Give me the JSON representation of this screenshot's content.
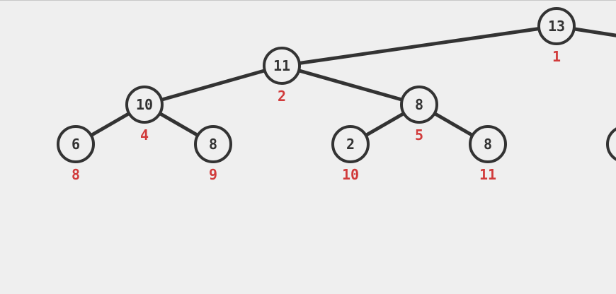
{
  "colors": {
    "background": "#efefef",
    "node_stroke": "#333333",
    "index_text": "#d13b3b"
  },
  "tree": {
    "nodes": [
      {
        "id": "n1",
        "value": "13",
        "index": "1"
      },
      {
        "id": "n2",
        "value": "11",
        "index": "2"
      },
      {
        "id": "n4",
        "value": "10",
        "index": "4"
      },
      {
        "id": "n5",
        "value": "8",
        "index": "5"
      },
      {
        "id": "n8",
        "value": "6",
        "index": "8"
      },
      {
        "id": "n9",
        "value": "8",
        "index": "9"
      },
      {
        "id": "n10",
        "value": "2",
        "index": "10"
      },
      {
        "id": "n11",
        "value": "8",
        "index": "11"
      },
      {
        "id": "nR",
        "value": "",
        "index": ""
      }
    ],
    "edges": [
      [
        "n1",
        "n2"
      ],
      [
        "n2",
        "n4"
      ],
      [
        "n2",
        "n5"
      ],
      [
        "n4",
        "n8"
      ],
      [
        "n4",
        "n9"
      ],
      [
        "n5",
        "n10"
      ],
      [
        "n5",
        "n11"
      ],
      [
        "n1",
        "offR"
      ]
    ]
  }
}
